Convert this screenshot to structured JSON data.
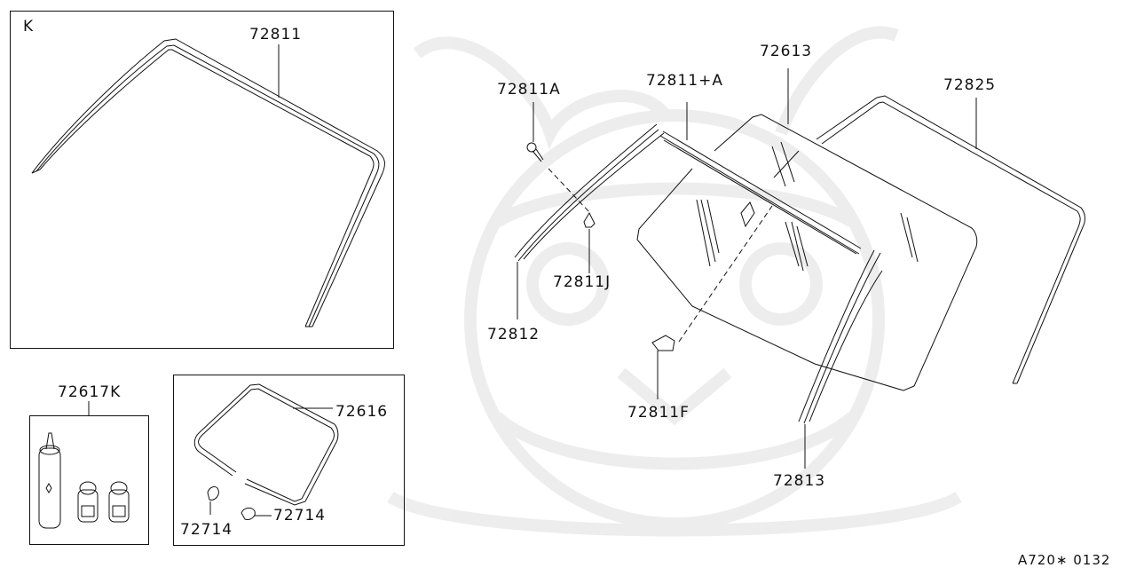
{
  "diagram": {
    "type": "exploded-parts-diagram",
    "subject": "Windshield glass, moldings and fasteners",
    "diagram_code": "A720∗ 0132",
    "inset_k": {
      "tag": "K",
      "part": "72811"
    },
    "kit": {
      "part": "72617K"
    },
    "dam_inset": {
      "parts": [
        "72616",
        "72714",
        "72714"
      ]
    },
    "callouts": [
      {
        "id": "72811A",
        "label": "72811A"
      },
      {
        "id": "72811+A",
        "label": "72811+A"
      },
      {
        "id": "72613",
        "label": "72613"
      },
      {
        "id": "72825",
        "label": "72825"
      },
      {
        "id": "72811J",
        "label": "72811J"
      },
      {
        "id": "72812",
        "label": "72812"
      },
      {
        "id": "72811F",
        "label": "72811F"
      },
      {
        "id": "72813",
        "label": "72813"
      }
    ]
  }
}
